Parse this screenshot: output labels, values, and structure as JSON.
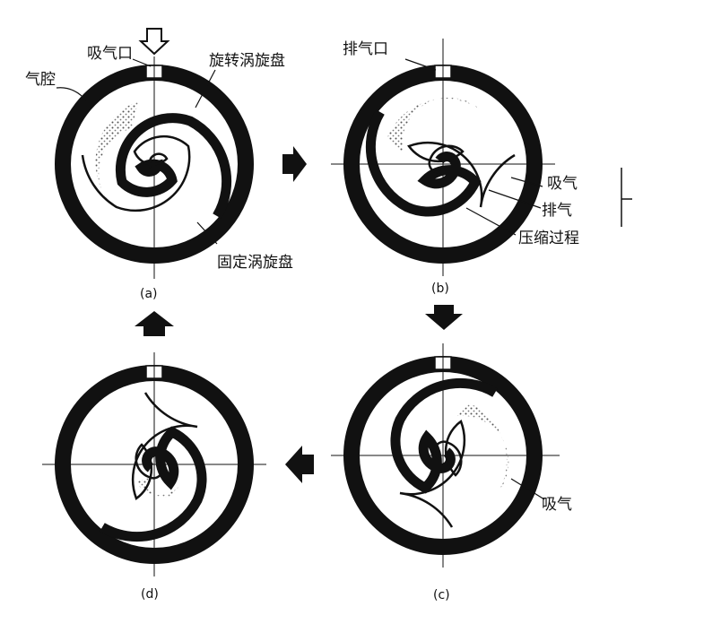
{
  "panels": [
    {
      "id": "a",
      "caption": "(a)"
    },
    {
      "id": "b",
      "caption": "(b)"
    },
    {
      "id": "c",
      "caption": "(c)"
    },
    {
      "id": "d",
      "caption": "(d)"
    }
  ],
  "labels": {
    "suction_port": "吸气口",
    "gas_chamber": "气腔",
    "orbiting_scroll": "旋转涡旋盘",
    "fixed_scroll": "固定涡旋盘",
    "discharge_port": "排气口",
    "suction": "吸气",
    "discharge": "排气",
    "compression": "压缩过程",
    "suction_c": "吸气"
  },
  "colors": {
    "ink": "#111111",
    "gas": "#9a9a9a",
    "background": "#ffffff"
  }
}
